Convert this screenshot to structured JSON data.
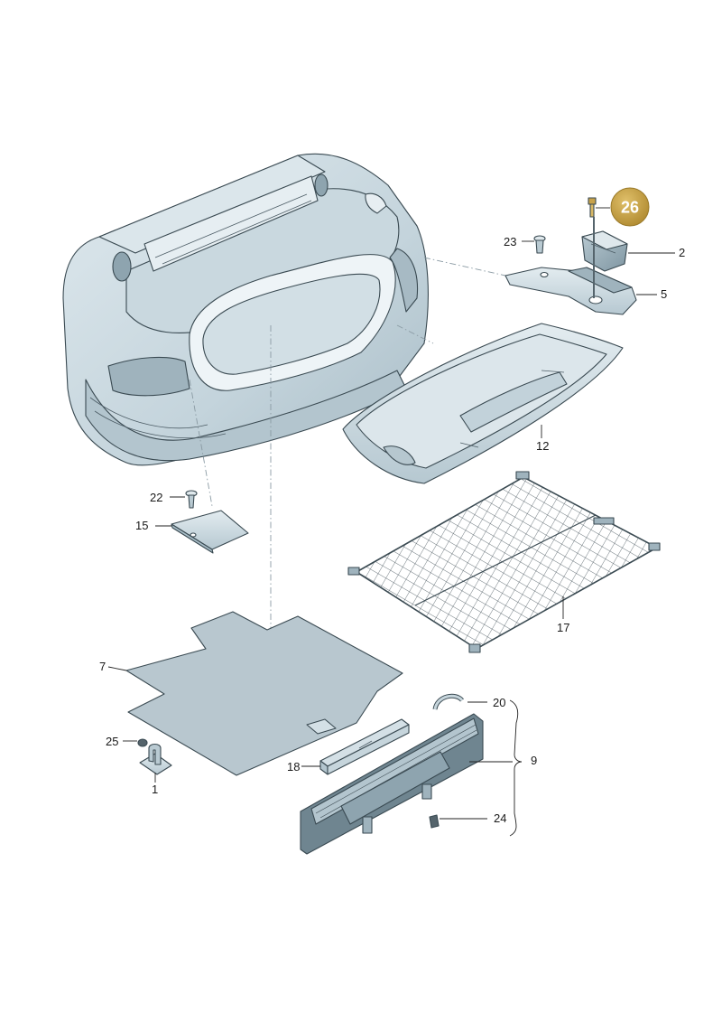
{
  "highlight": {
    "label": "26",
    "color": "#c8a24a"
  },
  "callouts": {
    "c1": "1",
    "c2": "2",
    "c5": "5",
    "c7": "7",
    "c9": "9",
    "c12": "12",
    "c15": "15",
    "c17": "17",
    "c18": "18",
    "c20": "20",
    "c22": "22",
    "c23": "23",
    "c24": "24",
    "c25": "25"
  },
  "colors": {
    "part_fill": "#cfdde4",
    "part_dark": "#a9bec8",
    "mat": "#b8c7cf"
  }
}
